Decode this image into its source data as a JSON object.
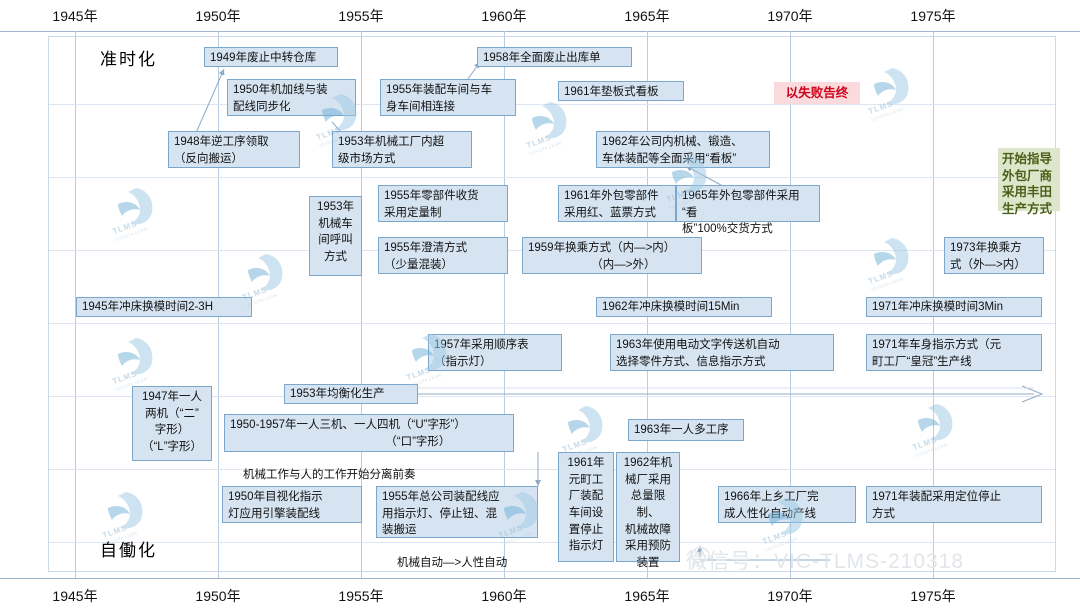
{
  "axis": {
    "years": [
      "1945年",
      "1950年",
      "1955年",
      "1960年",
      "1965年",
      "1970年",
      "1975年"
    ]
  },
  "sections": {
    "jit": "准时化",
    "jidoka": "自働化"
  },
  "boxes": [
    {
      "id": "b1949",
      "text": "1949年废止中转仓库"
    },
    {
      "id": "b1950sync",
      "text": "1950年机加线与装\n配线同步化"
    },
    {
      "id": "b1948",
      "text": "1948年逆工序领取\n（反向搬运）"
    },
    {
      "id": "b1953mech",
      "text": "1953年机械工厂内超\n级市场方式"
    },
    {
      "id": "b1955assy",
      "text": "1955年装配车间与车\n身车间相连接"
    },
    {
      "id": "b1958",
      "text": "1958年全面废止出库单"
    },
    {
      "id": "b1961kanban",
      "text": "1961年垫板式看板"
    },
    {
      "id": "bfail",
      "text": "以失败告终"
    },
    {
      "id": "b1962kanban",
      "text": "1962年公司内机械、锻造、\n车体装配等全面采用“看板”"
    },
    {
      "id": "bgreen",
      "text": "开始指导\n外包厂商\n采用丰田\n生产方式"
    },
    {
      "id": "b1955recv",
      "text": "1955年零部件收货\n采用定量制"
    },
    {
      "id": "b1961out",
      "text": "1961年外包零部件\n采用红、蓝票方式"
    },
    {
      "id": "b1965out",
      "text": "1965年外包零部件采用“看\n板”100%交货方式"
    },
    {
      "id": "b1953call",
      "text": "1953年\n机械车\n间呼叫\n方式"
    },
    {
      "id": "b1955clear",
      "text": "1955年澄清方式\n（少量混装）"
    },
    {
      "id": "b1959",
      "text": "1959年换乘方式（内—>内）\n　　　　　　（内—>外）"
    },
    {
      "id": "b1973",
      "text": "1973年换乘方\n式（外—>内）"
    },
    {
      "id": "b1945press",
      "text": "1945年冲床换模时间2-3H"
    },
    {
      "id": "b1962press",
      "text": "1962年冲床换模时间15Min"
    },
    {
      "id": "b1971press",
      "text": "1971年冲床换模时间3Min"
    },
    {
      "id": "b1957seq",
      "text": "1957年采用顺序表\n（指示灯）"
    },
    {
      "id": "b1963elec",
      "text": "1963年使用电动文字传送机自动\n选择零件方式、信息指示方式"
    },
    {
      "id": "b1971body",
      "text": "1971年车身指示方式（元\n町工厂“皇冠”生产线"
    },
    {
      "id": "b1953level",
      "text": "1953年均衡化生产"
    },
    {
      "id": "b1947",
      "text": "1947年一人\n两机（“二”\n字形）\n（“L”字形）"
    },
    {
      "id": "b1950_57",
      "text": "1950-1957年一人三机、一人四机（“U”字形”）\n　　　　　　　　　　　　　　（“口”字形）"
    },
    {
      "id": "bsep",
      "text": "机械工作与人的工作开始分离前奏"
    },
    {
      "id": "b1963multi",
      "text": "1963年一人多工序"
    },
    {
      "id": "b1950vis",
      "text": "1950年目视化指示\n灯应用引擎装配线"
    },
    {
      "id": "b1955hq",
      "text": "1955年总公司装配线应\n用指示灯、停止钮、混\n装搬运"
    },
    {
      "id": "bauto",
      "text": "机械自动—>人性自动"
    },
    {
      "id": "b1961moto",
      "text": "1961年\n元町工\n厂装配\n车间设\n置停止\n指示灯"
    },
    {
      "id": "b1962mech",
      "text": "1962年机\n械厂采用\n总量限制、\n机械故障\n采用预防\n装置"
    },
    {
      "id": "b1966",
      "text": "1966年上乡工厂完\n成人性化自动产线"
    },
    {
      "id": "b1971assy",
      "text": "1971年装配采用定位停止\n方式"
    }
  ],
  "watermark": {
    "label": "TLMS",
    "sub": "TOYOTA LEAN"
  },
  "footer": {
    "wechat": "微信号：VIC-TLMS-210318"
  },
  "colors": {
    "box_fill": "#d6e4f2",
    "box_border": "#7ba7cd",
    "fail_fill": "#fadadd",
    "fail_text": "#d0021b",
    "green_fill": "#dde5ca",
    "green_text": "#4a6018",
    "grid": "#b8cde0"
  }
}
